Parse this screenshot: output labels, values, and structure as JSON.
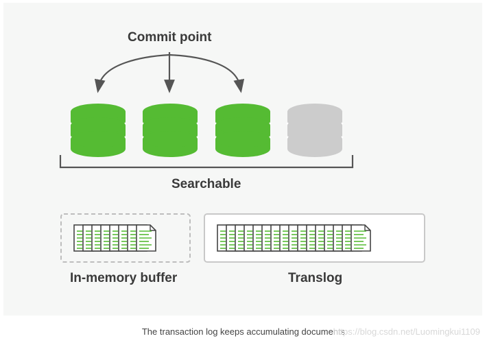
{
  "labels": {
    "commit_point": "Commit point",
    "searchable": "Searchable",
    "in_memory_buffer": "In-memory buffer",
    "translog": "Translog"
  },
  "caption": "The transaction log keeps accumulating documents",
  "watermark": "https://blog.csdn.net/Luomingkui1109",
  "colors": {
    "segment_committed": "#55bb33",
    "segment_uncommitted": "#cccccc",
    "text": "#3a3a3a",
    "line": "#555555"
  },
  "segments": [
    {
      "state": "committed"
    },
    {
      "state": "committed"
    },
    {
      "state": "committed"
    },
    {
      "state": "uncommitted"
    }
  ],
  "buffer_doc_count": 8,
  "translog_doc_count": 16
}
